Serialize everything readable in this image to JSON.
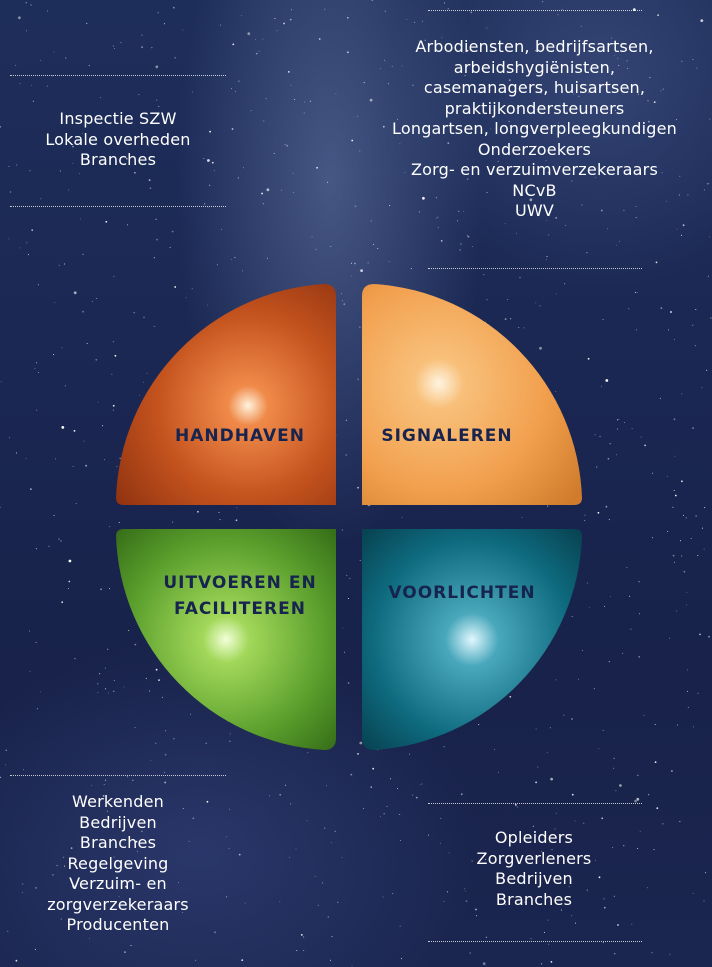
{
  "colors": {
    "handhaven": "#c4531e",
    "signaleren": "#f2a04e",
    "uitvoeren": "#5a9e2c",
    "voorlichten": "#0e6a7e",
    "label": "#16244f",
    "background": "#1b2852"
  },
  "quadrants": {
    "handhaven": {
      "label": "HANDHAVEN"
    },
    "signaleren": {
      "label": "SIGNALEREN"
    },
    "uitvoeren": {
      "label_line1": "UITVOEREN EN",
      "label_line2": "FACILITEREN"
    },
    "voorlichten": {
      "label": "VOORLICHTEN"
    }
  },
  "blocks": {
    "top_left": [
      "Inspectie SZW",
      "Lokale overheden",
      "Branches"
    ],
    "top_right": [
      "Arbodiensten, bedrijfsartsen,",
      "arbeidshygiënisten,",
      "casemanagers, huisartsen,",
      "praktijkondersteuners",
      "Longartsen, longverpleegkundigen",
      "Onderzoekers",
      "Zorg- en verzuimverzekeraars",
      "NCvB",
      "UWV"
    ],
    "bottom_left": [
      "Werkenden",
      "Bedrijven",
      "Branches",
      "Regelgeving",
      "Verzuim- en",
      "zorgverzekeraars",
      "Producenten"
    ],
    "bottom_right": [
      "Opleiders",
      "Zorgverleners",
      "Bedrijven",
      "Branches"
    ]
  }
}
